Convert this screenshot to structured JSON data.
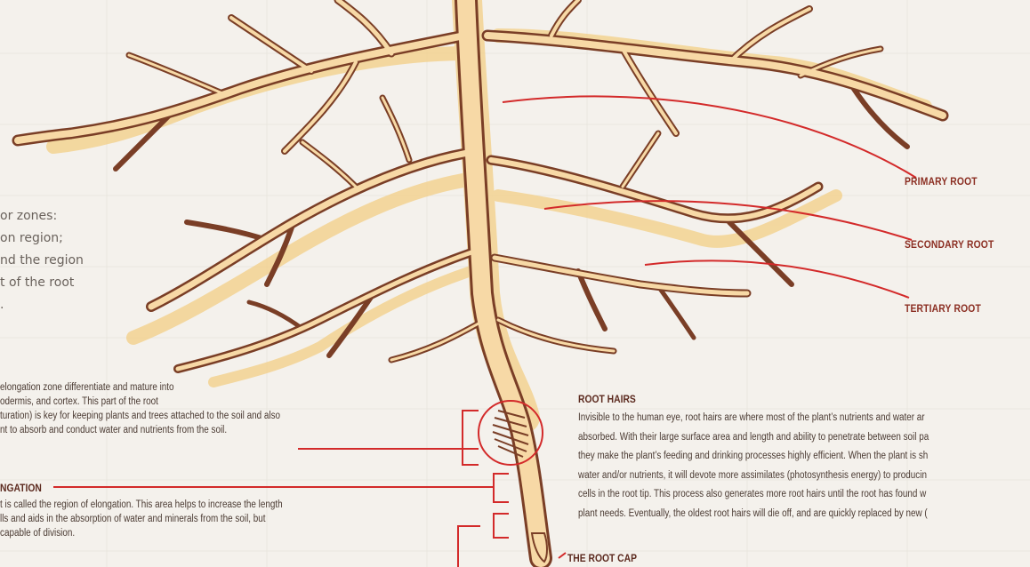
{
  "labels": {
    "primary_root": "PRIMARY ROOT",
    "secondary_root": "SECONDARY ROOT",
    "tertiary_root": "TERTIARY ROOT"
  },
  "intro": {
    "line1": "or zones:",
    "line2": "on region;",
    "line3": "nd the region",
    "line4": "t of the root",
    "line5": "."
  },
  "maturation": {
    "line1": "elongation zone differentiate and mature into",
    "line2": "odermis, and cortex. This part of the root",
    "line3": "turation) is key for keeping plants and trees attached to the soil and also",
    "line4": "nt to absorb and conduct water and nutrients from the soil."
  },
  "elongation": {
    "heading": "NGATION",
    "line1": "t is called the region of elongation. This area helps to increase the length",
    "line2": "lls and aids in the absorption of water and minerals from the soil, but",
    "line3": "capable of division."
  },
  "root_hairs": {
    "heading": "ROOT HAIRS",
    "line1": "Invisible to the human eye, root hairs are where most of the plant’s nutrients and water ar",
    "line2": "absorbed. With their large surface area and length and ability to penetrate between soil pa",
    "line3": "they make the plant’s feeding and drinking processes highly efficient. When the plant is sh",
    "line4": "water and/or nutrients, it will devote more assimilates (photosynthesis energy) to producin",
    "line5": "cells in the root tip. This process also generates more root hairs until the root has found w",
    "line6": "plant needs. Eventually, the oldest root hairs will die off, and are quickly replaced by new ("
  },
  "root_cap": {
    "heading": "THE ROOT CAP"
  },
  "colors": {
    "background": "#f4f1ec",
    "root_fill": "#f7d9a6",
    "root_outline": "#7a3e26",
    "pointer": "#d32a2a",
    "label": "#8b2e22"
  }
}
